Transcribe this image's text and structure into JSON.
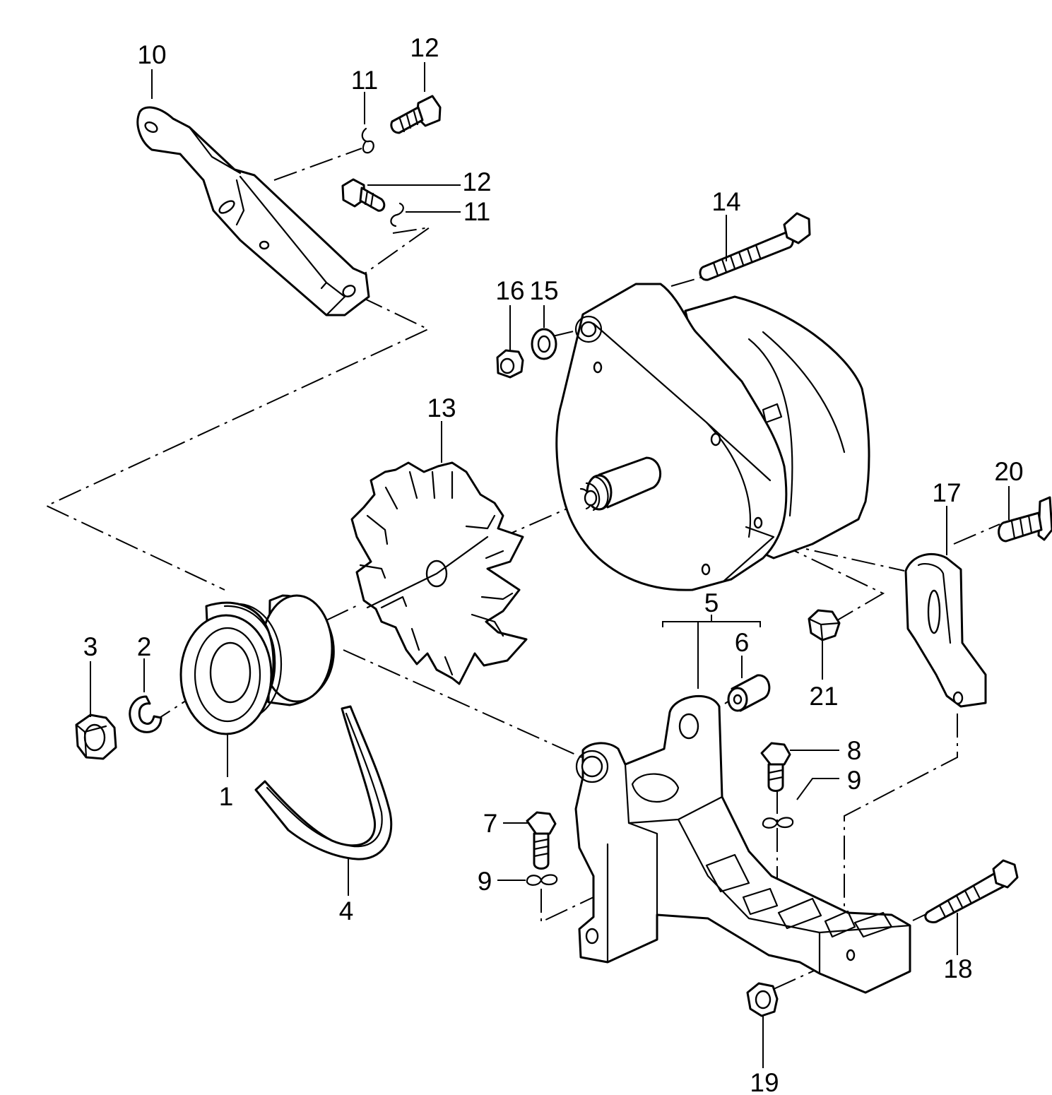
{
  "diagram": {
    "colors": {
      "line": "#000000",
      "background": "#ffffff"
    },
    "callouts": [
      {
        "id": "c1",
        "number": "1"
      },
      {
        "id": "c2",
        "number": "2"
      },
      {
        "id": "c3",
        "number": "3"
      },
      {
        "id": "c4",
        "number": "4"
      },
      {
        "id": "c5",
        "number": "5"
      },
      {
        "id": "c6",
        "number": "6"
      },
      {
        "id": "c7",
        "number": "7"
      },
      {
        "id": "c8",
        "number": "8"
      },
      {
        "id": "c9a",
        "number": "9"
      },
      {
        "id": "c9b",
        "number": "9"
      },
      {
        "id": "c10",
        "number": "10"
      },
      {
        "id": "c11a",
        "number": "11"
      },
      {
        "id": "c11b",
        "number": "11"
      },
      {
        "id": "c12a",
        "number": "12"
      },
      {
        "id": "c12b",
        "number": "12"
      },
      {
        "id": "c13",
        "number": "13"
      },
      {
        "id": "c14",
        "number": "14"
      },
      {
        "id": "c15",
        "number": "15"
      },
      {
        "id": "c16",
        "number": "16"
      },
      {
        "id": "c17",
        "number": "17"
      },
      {
        "id": "c18",
        "number": "18"
      },
      {
        "id": "c19",
        "number": "19"
      },
      {
        "id": "c20",
        "number": "20"
      },
      {
        "id": "c21",
        "number": "21"
      }
    ]
  }
}
